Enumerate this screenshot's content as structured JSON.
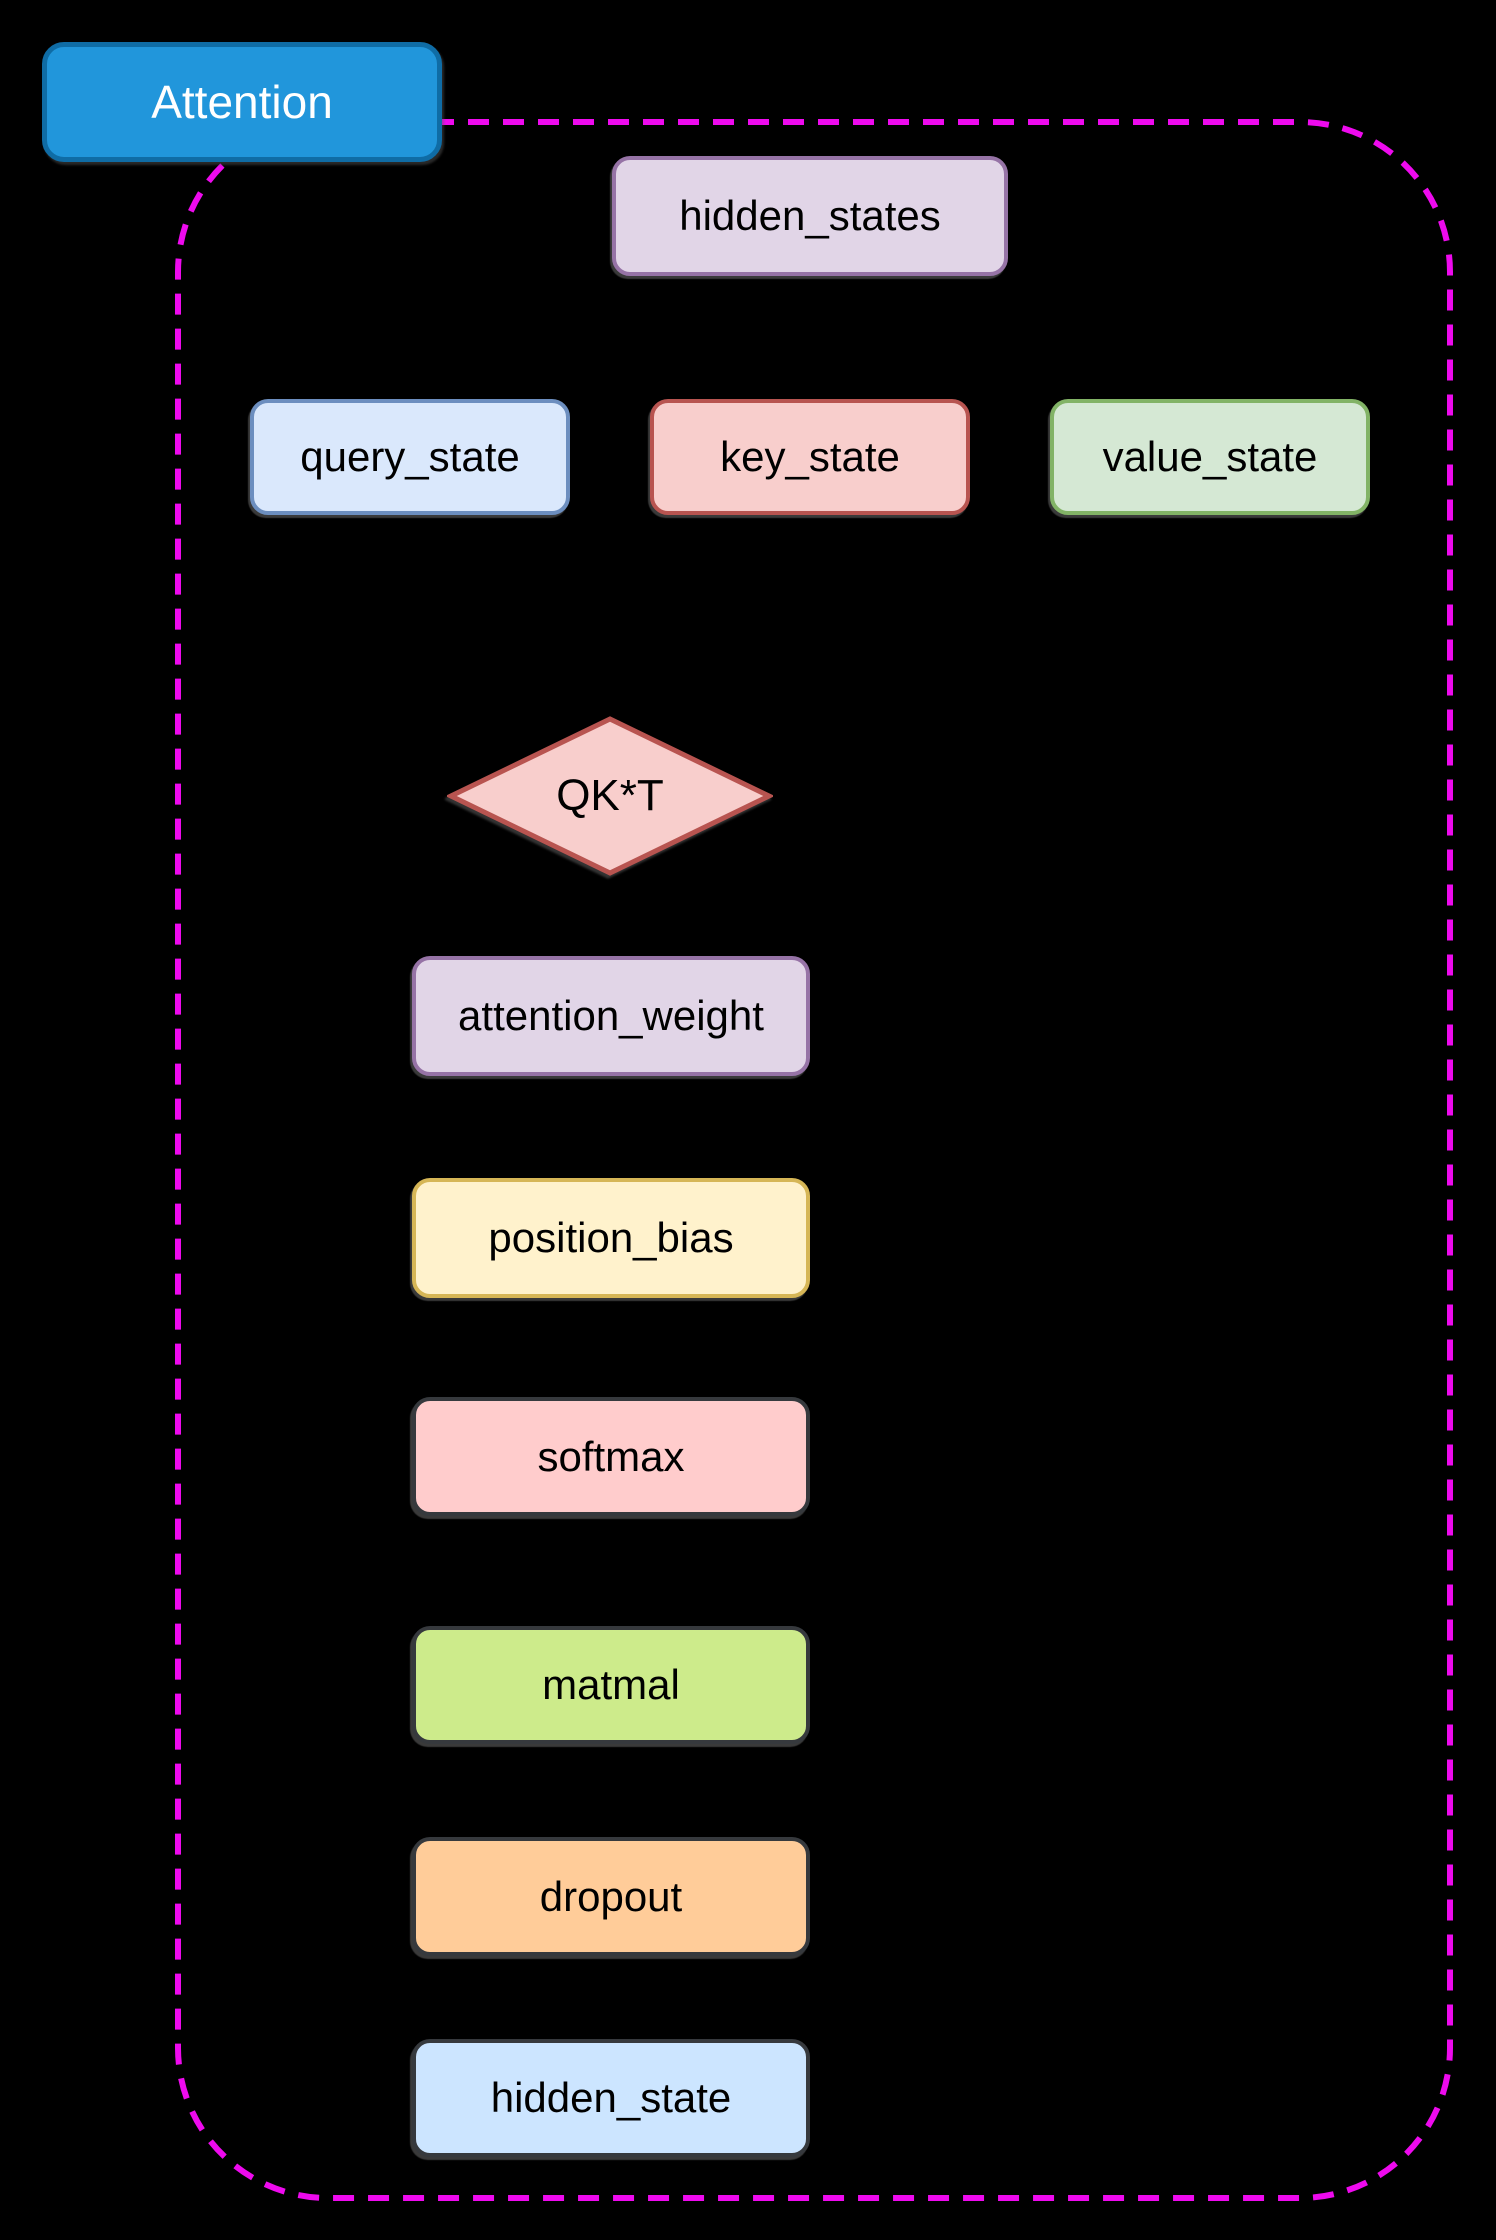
{
  "title": {
    "label": "Attention"
  },
  "nodes": {
    "hidden_states": {
      "label": "hidden_states",
      "shape": "rounded-rect",
      "fill": "#E1D5E7",
      "border": "#9673A6"
    },
    "query_state": {
      "label": "query_state",
      "shape": "rounded-rect",
      "fill": "#DAE8FC",
      "border": "#6C8EBF"
    },
    "key_state": {
      "label": "key_state",
      "shape": "rounded-rect",
      "fill": "#F8CECC",
      "border": "#B85450"
    },
    "value_state": {
      "label": "value_state",
      "shape": "rounded-rect",
      "fill": "#D5E8D4",
      "border": "#82B366"
    },
    "qkt": {
      "label": "QK*T",
      "shape": "diamond",
      "fill": "#F8CECC",
      "border": "#B85450"
    },
    "attention_weight": {
      "label": "attention_weight",
      "shape": "rounded-rect",
      "fill": "#E1D5E7",
      "border": "#9673A6"
    },
    "position_bias": {
      "label": "position_bias",
      "shape": "rounded-rect",
      "fill": "#FFF2CC",
      "border": "#D6B656"
    },
    "softmax": {
      "label": "softmax",
      "shape": "rounded-rect",
      "fill": "#FFCCCC",
      "border": "#36393D"
    },
    "matmal": {
      "label": "matmal",
      "shape": "rounded-rect",
      "fill": "#CDEB8B",
      "border": "#36393D"
    },
    "dropout": {
      "label": "dropout",
      "shape": "rounded-rect",
      "fill": "#FFCC99",
      "border": "#36393D"
    },
    "hidden_state": {
      "label": "hidden_state",
      "shape": "rounded-rect",
      "fill": "#CCE5FF",
      "border": "#36393D"
    }
  },
  "colors": {
    "canvas_bg": "#000000",
    "container_border": "#EE0AEE",
    "attention_fill": "#2196DB",
    "attention_border": "#0F6CA5",
    "attention_text": "#FFFFFF",
    "node_text": "#000000",
    "lavender_fill": "#E1D5E7",
    "lavender_border": "#9673A6",
    "blue_fill": "#DAE8FC",
    "blue_border": "#6C8EBF",
    "red_fill": "#F8CECC",
    "red_border": "#B85450",
    "green_fill": "#D5E8D4",
    "green_border": "#82B366",
    "yellow_fill": "#FFF2CC",
    "yellow_border": "#D6B656",
    "pink_fill": "#FFCCCC",
    "lime_fill": "#CDEB8B",
    "orange_fill": "#FFCC99",
    "lightblue_fill": "#CCE5FF",
    "dark_border": "#36393D"
  }
}
